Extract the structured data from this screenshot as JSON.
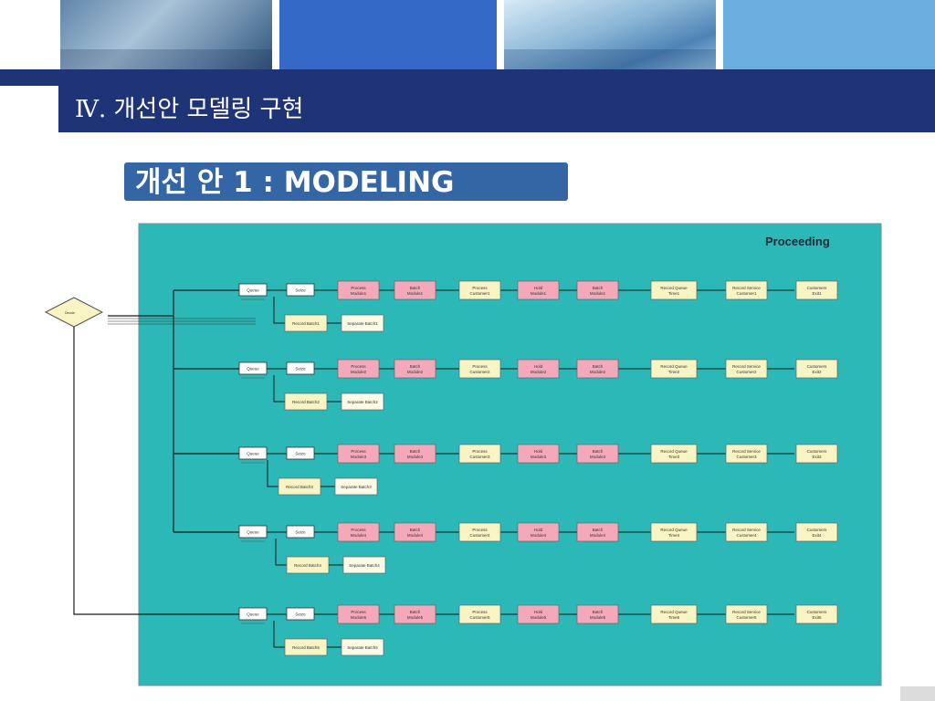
{
  "banner": {
    "strips": [
      "photo-keyboard",
      "blue-panel",
      "photo-skyscraper",
      "light-blue-panel"
    ]
  },
  "title": "Ⅳ. 개선안 모델링 구현",
  "subtitle": "개선 안 1 : MODELING",
  "diagram": {
    "label": "Proceeding",
    "decide_label": "Decide",
    "colors": {
      "background": "#2bb8b6",
      "pink_block": "#f3a9b9",
      "yellow_block": "#f8f4c4",
      "line": "#1a1a1a"
    },
    "rows": [
      {
        "queue": "Queue",
        "seize": "Seize",
        "blocks": [
          "Process Module1",
          "Batch Module1",
          "Process Customer1",
          "Hold Module1",
          "Batch Module1",
          "Record Queue Time1",
          "Record Service Customer1",
          "Customers Exit1"
        ],
        "record": "Record Batch1",
        "separate": "Separate Batch1"
      },
      {
        "queue": "Queue",
        "seize": "Seize",
        "blocks": [
          "Process Module2",
          "Batch Module2",
          "Process Customer2",
          "Hold Module2",
          "Batch Module2",
          "Record Queue Time2",
          "Record Service Customer2",
          "Customers Exit2"
        ],
        "record": "Record Batch2",
        "separate": "Separate Batch2"
      },
      {
        "queue": "Queue",
        "seize": "Seize",
        "blocks": [
          "Process Module3",
          "Batch Module3",
          "Process Customer3",
          "Hold Module3",
          "Batch Module3",
          "Record Queue Time3",
          "Record Service Customer3",
          "Customers Exit3"
        ],
        "record": "Record Batch3",
        "separate": "Separate Batch3"
      },
      {
        "queue": "Queue",
        "seize": "Seize",
        "blocks": [
          "Process Module4",
          "Batch Module4",
          "Process Customer4",
          "Hold Module4",
          "Batch Module4",
          "Record Queue Time4",
          "Record Service Customer4",
          "Customers Exit4"
        ],
        "record": "Record Batch4",
        "separate": "Separate Batch4"
      },
      {
        "queue": "Queue",
        "seize": "Seize",
        "blocks": [
          "Process Module5",
          "Batch Module5",
          "Process Customer5",
          "Hold Module5",
          "Batch Module5",
          "Record Queue Time5",
          "Record Service Customer5",
          "Customers Exit5"
        ],
        "record": "Record Batch5",
        "separate": "Separate Batch5"
      }
    ]
  }
}
